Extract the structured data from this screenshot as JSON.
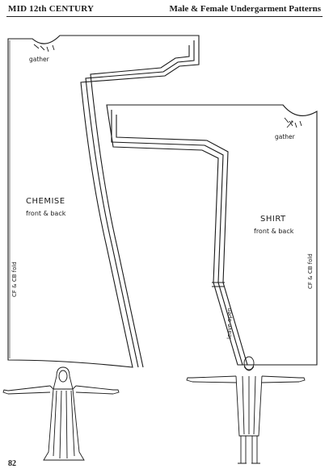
{
  "header": {
    "left_title": "MID 12th CENTURY",
    "right_title": "Male & Female Undergarment Patterns"
  },
  "chemise": {
    "title": "CHEMISE",
    "subtitle": "front & back",
    "gather_label": "gather",
    "fold_label": "CF & CB fold"
  },
  "shirt": {
    "title": "SHIRT",
    "subtitle": "front & back",
    "gather_label": "gather",
    "fold_label": "CF & CB fold",
    "opening_label": "leave open"
  },
  "page_number": "82"
}
